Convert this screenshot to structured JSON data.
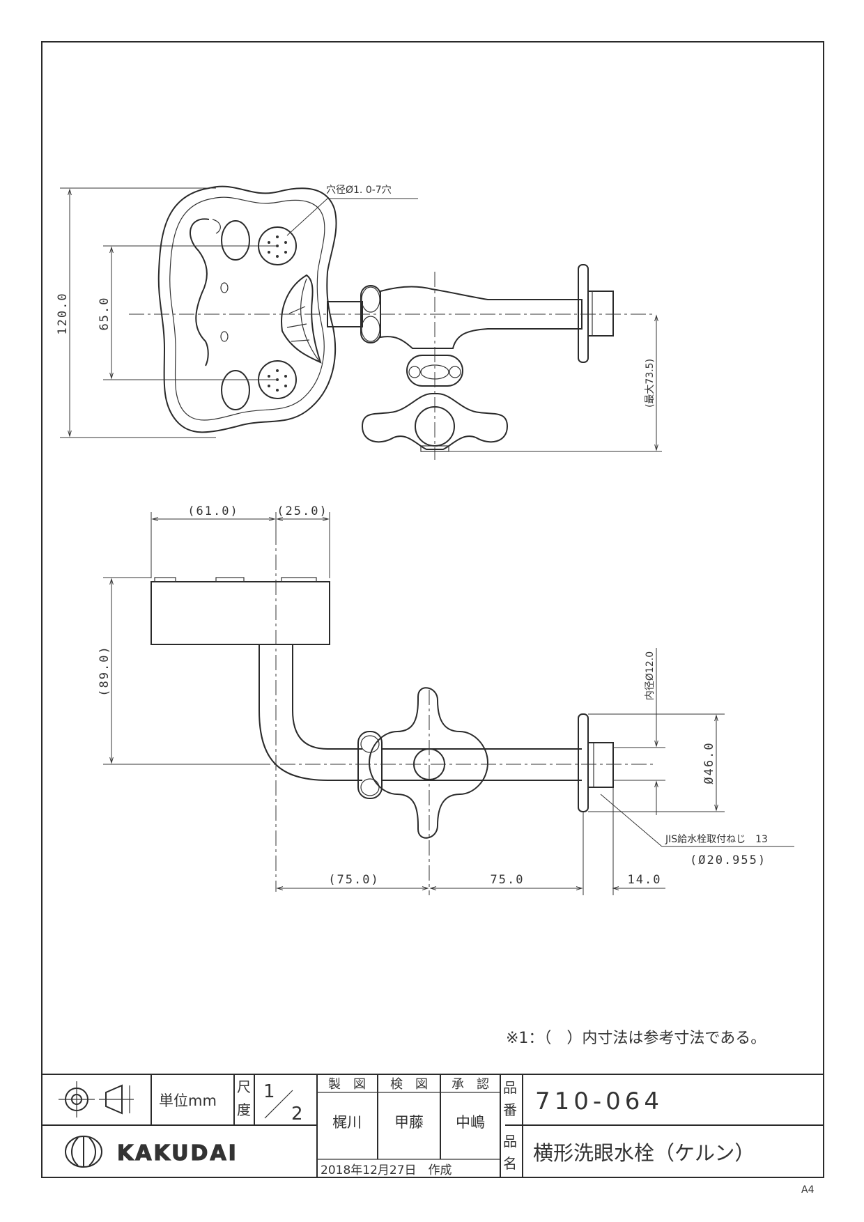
{
  "sheet_size": "A4",
  "note": "※1：（　）内寸法は参考寸法である。",
  "top_view": {
    "hole_callout": "穴径Ø1. 0-7穴",
    "dim_overall_height": "120.0",
    "dim_spray_pitch": "65.0",
    "dim_max_height": "(最大73.5)"
  },
  "side_view": {
    "dim_bowl_left": "(61.0)",
    "dim_bowl_right": "(25.0)",
    "dim_height": "(89.0)",
    "dim_inner_dia": "内径Ø12.0",
    "dim_flange_dia": "Ø46.0",
    "dim_left_reach": "(75.0)",
    "dim_right_reach": "75.0",
    "dim_thread_len": "14.0",
    "thread_callout": "JIS給水栓取付ねじ　13",
    "thread_dia": "(Ø20.955)"
  },
  "title_block": {
    "unit_label": "単位mm",
    "scale_label_1": "尺",
    "scale_label_2": "度",
    "scale_num": "1",
    "scale_den": "2",
    "drawn_label": "製　図",
    "checked_label": "検　図",
    "approved_label": "承　認",
    "drawn_by": "梶川",
    "checked_by": "甲藤",
    "approved_by": "中嶋",
    "date": "2018年12月27日　作成",
    "part_no_label_1": "品",
    "part_no_label_2": "番",
    "part_no": "710-064",
    "name_label_1": "品",
    "name_label_2": "名",
    "product_name": "横形洗眼水栓（ケルン）",
    "logo_text": "KAKUDAI"
  }
}
